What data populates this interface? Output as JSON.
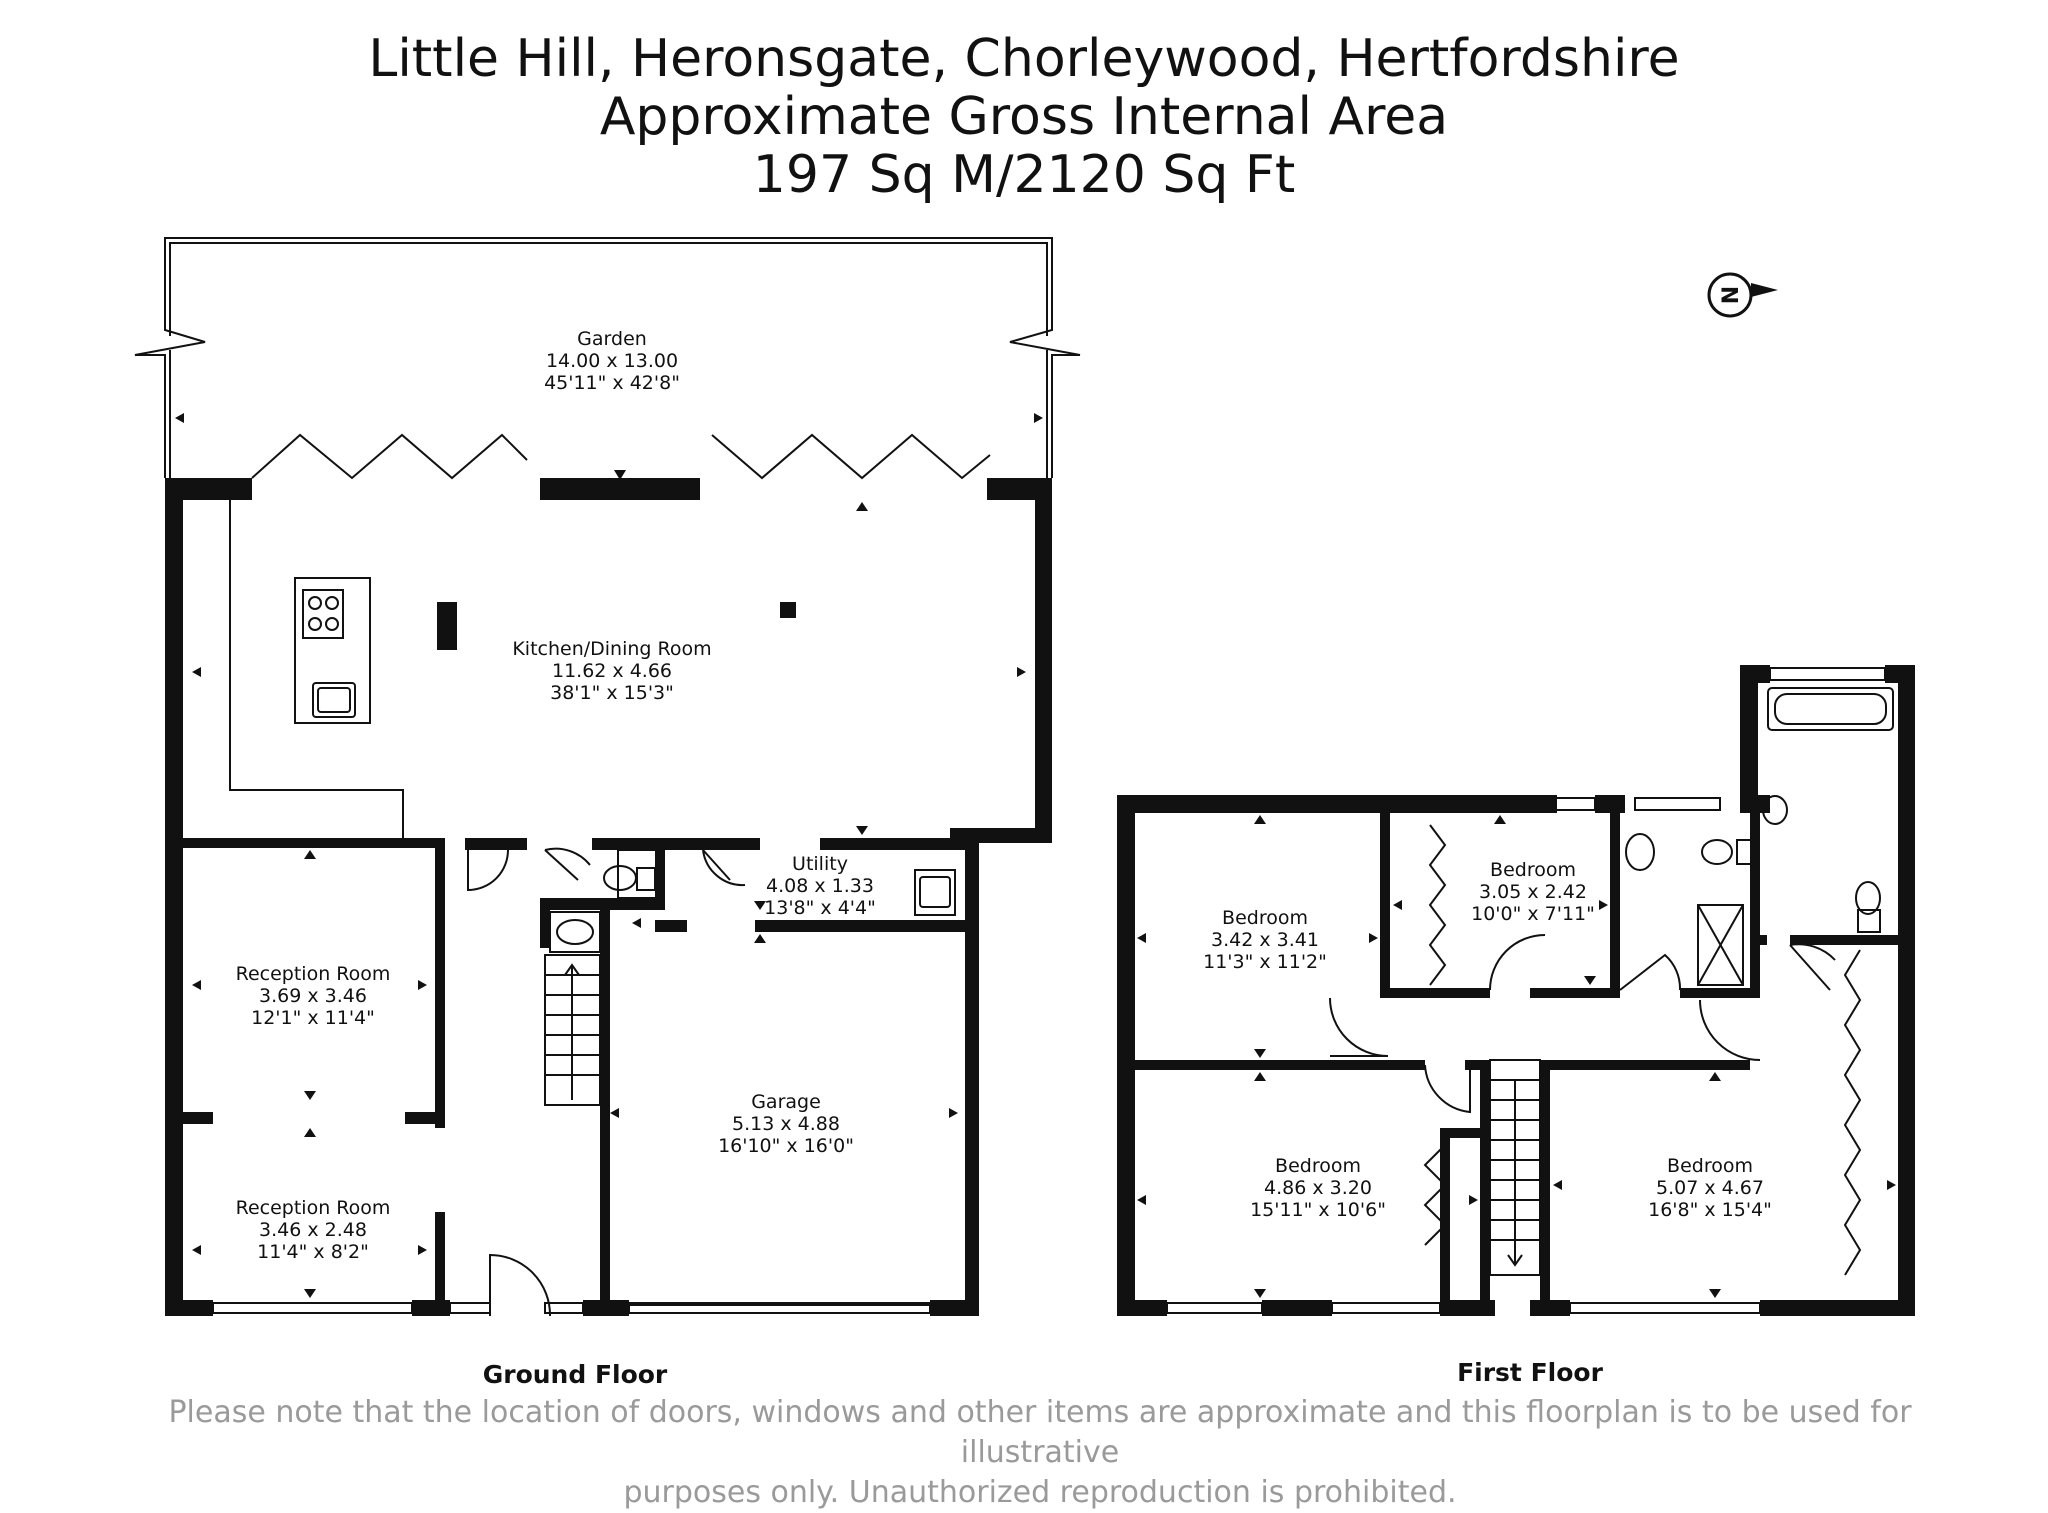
{
  "title": {
    "line1": "Little Hill, Heronsgate, Chorleywood, Hertfordshire",
    "line2": "Approximate Gross Internal Area",
    "line3": "197 Sq M/2120 Sq Ft"
  },
  "compass": {
    "letter": "N"
  },
  "rooms": {
    "garden": {
      "name": "Garden",
      "metric": "14.00 x 13.00",
      "imperial": "45'11\" x 42'8\""
    },
    "kitchen": {
      "name": "Kitchen/Dining Room",
      "metric": "11.62 x 4.66",
      "imperial": "38'1\" x 15'3\""
    },
    "utility": {
      "name": "Utility",
      "metric": "4.08 x 1.33",
      "imperial": "13'8\" x 4'4\""
    },
    "reception1": {
      "name": "Reception Room",
      "metric": "3.69 x 3.46",
      "imperial": "12'1\" x 11'4\""
    },
    "reception2": {
      "name": "Reception Room",
      "metric": "3.46 x 2.48",
      "imperial": "11'4\" x 8'2\""
    },
    "garage": {
      "name": "Garage",
      "metric": "5.13 x 4.88",
      "imperial": "16'10\" x 16'0\""
    },
    "bedroom1": {
      "name": "Bedroom",
      "metric": "3.42 x 3.41",
      "imperial": "11'3\" x 11'2\""
    },
    "bedroom2": {
      "name": "Bedroom",
      "metric": "3.05 x 2.42",
      "imperial": "10'0\" x 7'11\""
    },
    "bedroom3": {
      "name": "Bedroom",
      "metric": "4.86 x 3.20",
      "imperial": "15'11\" x 10'6\""
    },
    "bedroom4": {
      "name": "Bedroom",
      "metric": "5.07 x 4.67",
      "imperial": "16'8\" x 15'4\""
    }
  },
  "floors": {
    "ground": "Ground Floor",
    "first": "First Floor"
  },
  "footer": {
    "line1": "Please note that the location of doors, windows and other items are approximate and this floorplan is to be used for illustrative",
    "line2": "purposes only. Unauthorized reproduction is prohibited."
  }
}
